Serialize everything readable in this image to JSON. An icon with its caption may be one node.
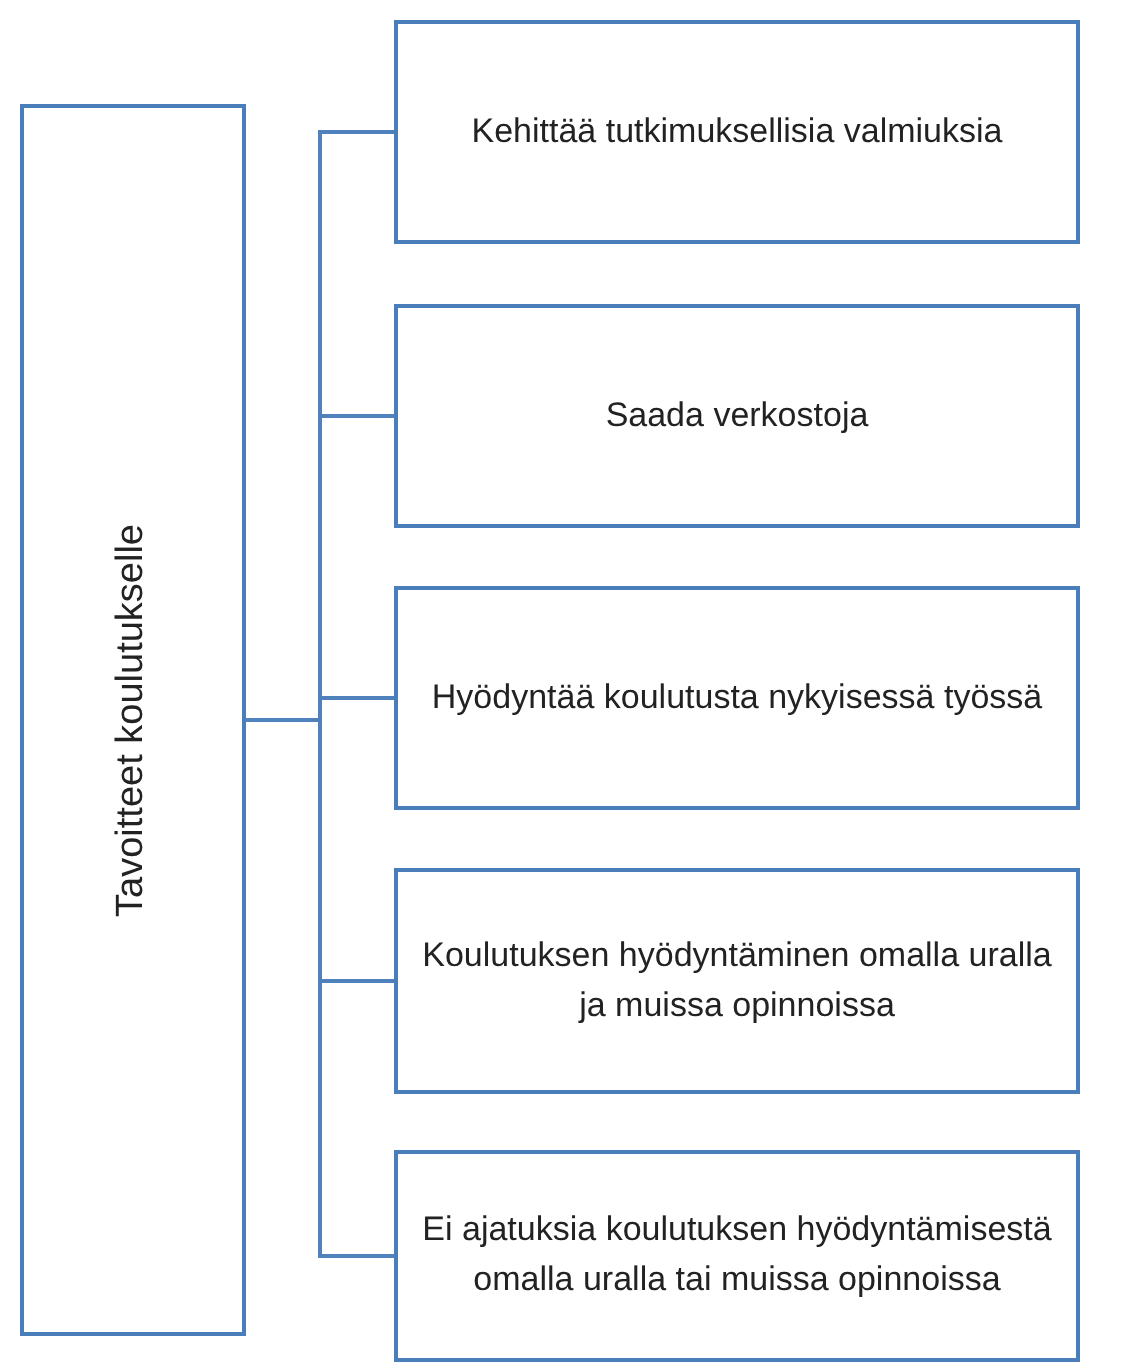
{
  "diagram": {
    "nodes": [
      {
        "text": [
          "Tavoitteet koulutukselle"
        ]
      },
      {
        "text": [
          "Kehittää tutkimuksellisia valmiuksia"
        ]
      },
      {
        "text": [
          "Saada verkostoja"
        ]
      },
      {
        "text": [
          "Hyödyntää koulutusta nykyisessä työssä"
        ]
      },
      {
        "text": [
          "Koulutuksen hyödyntäminen omalla uralla ja muissa opinnoissa"
        ]
      },
      {
        "text": [
          "Ei ajatuksia koulutuksen hyödyntämisestä omalla uralla tai muissa opinnoissa"
        ]
      }
    ],
    "edges": [
      {
        "from": 0,
        "to": 1,
        "arrow": "none"
      },
      {
        "from": 0,
        "to": 2,
        "arrow": "none"
      },
      {
        "from": 0,
        "to": 3,
        "arrow": "none"
      },
      {
        "from": 0,
        "to": 4,
        "arrow": "none"
      },
      {
        "from": 0,
        "to": 5,
        "arrow": "none"
      }
    ]
  }
}
